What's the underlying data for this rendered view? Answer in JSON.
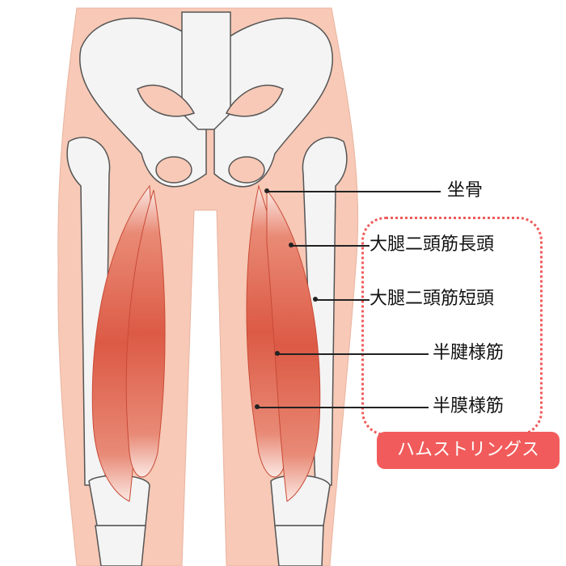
{
  "labels": {
    "ischium": "坐骨",
    "biceps_femoris_long_head": "大腿二頭筋長頭",
    "biceps_femoris_short_head": "大腿二頭筋短頭",
    "semitendinosus": "半腱様筋",
    "semimembranosus": "半膜様筋"
  },
  "group_badge": "ハムストリングス",
  "colors": {
    "skin": "#f7c9b6",
    "bone": "#f2f2f2",
    "muscle": "#e0604a",
    "accent": "#f25b5b"
  }
}
